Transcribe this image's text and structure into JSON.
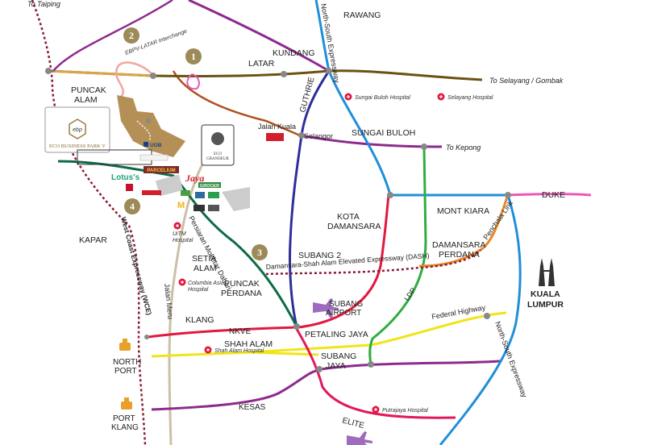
{
  "destinations": {
    "taiping": "To Taiping",
    "selayang": "To Selayang / Gombak",
    "kepong": "To Kepong"
  },
  "areas": {
    "kundang": "KUNDANG",
    "rawang": "RAWANG",
    "puncak_alam_1": "PUNCAK",
    "puncak_alam_2": "ALAM",
    "sungai_buloh": "SUNGAI BULOH",
    "kota_damansara_1": "KOTA",
    "kota_damansara_2": "DAMANSARA",
    "mont_kiara": "MONT KIARA",
    "subang_2": "SUBANG 2",
    "damansara_perdana_1": "DAMANSARA",
    "damansara_perdana_2": "PERDANA",
    "kapar": "KAPAR",
    "setia_alam_1": "SETIA",
    "setia_alam_2": "ALAM",
    "puncak_perdana_1": "PUNCAK",
    "puncak_perdana_2": "PERDANA",
    "kuala_lumpur_1": "KUALA",
    "kuala_lumpur_2": "LUMPUR",
    "klang": "KLANG",
    "shah_alam": "SHAH ALAM",
    "petaling_jaya": "PETALING JAYA",
    "subang_jaya_1": "SUBANG",
    "subang_jaya_2": "JAYA",
    "north_port_1": "NORTH",
    "north_port_2": "PORT",
    "port_klang_1": "PORT",
    "port_klang_2": "KLANG",
    "subang_airport_1": "SUBANG",
    "subang_airport_2": "AIRPORT"
  },
  "roads": {
    "nse_top": "North-South Expressway",
    "nse_right": "North-South Expressway",
    "latar": "LATAR",
    "guthrie": "GUTHRIE",
    "jalan_kuala": "Jalan Kuala",
    "selangor": "Selangor",
    "duke": "DUKE",
    "penchala": "Penchala Link",
    "dash": "Damansara-Shah Alam Elevated Expressway (DASH)",
    "ldp": "LDP",
    "federal": "Federal Highway",
    "nkve": "NKVE",
    "wcx": "West Coast Expressway (WCE)",
    "jalan_meru": "Jalan Meru",
    "persiaran": "Persiaran Mokhtar Dahari",
    "kesas": "KESAS",
    "elite": "ELITE",
    "interchange": "EBPV-LATAR Interchange"
  },
  "hospitals": {
    "sungai_buloh": "Sungai Buloh Hospital",
    "selayang": "Selayang Hospital",
    "uitm_1": "UiTM",
    "uitm_2": "Hospital",
    "columbia_1": "Columbia Asia",
    "columbia_2": "Hospital",
    "shah_alam": "Shah Alam Hospital",
    "putrajaya": "Putrajaya Hospital"
  },
  "markers": [
    "1",
    "2",
    "3",
    "4"
  ],
  "brands": {
    "ebp_monogram": "ebp",
    "ebp_name": "ECO BUSINESS PARK V",
    "uob": "UOB",
    "lotus": "Lotus's",
    "jaya": "Jaya",
    "grocer": "GROCER",
    "parcelium": "PARCELIUM",
    "eco_grandeur_1": "ECO",
    "eco_grandeur_2": "GRANDEUR"
  },
  "colors": {
    "nse": "#1f8fd8",
    "latar": "#6b5212",
    "guthrie": "#2d2f99",
    "purple": "#8e2a8e",
    "red": "#e2183e",
    "green": "#2fae3f",
    "yellow": "#f1e418",
    "orange": "#e8882a",
    "pink": "#e85bb5",
    "beige": "#cdbfa7",
    "maroon": "#8b1c36",
    "darkgreen": "#0d6b45",
    "tan": "#d9a54a",
    "marker": "#9c8a57"
  }
}
